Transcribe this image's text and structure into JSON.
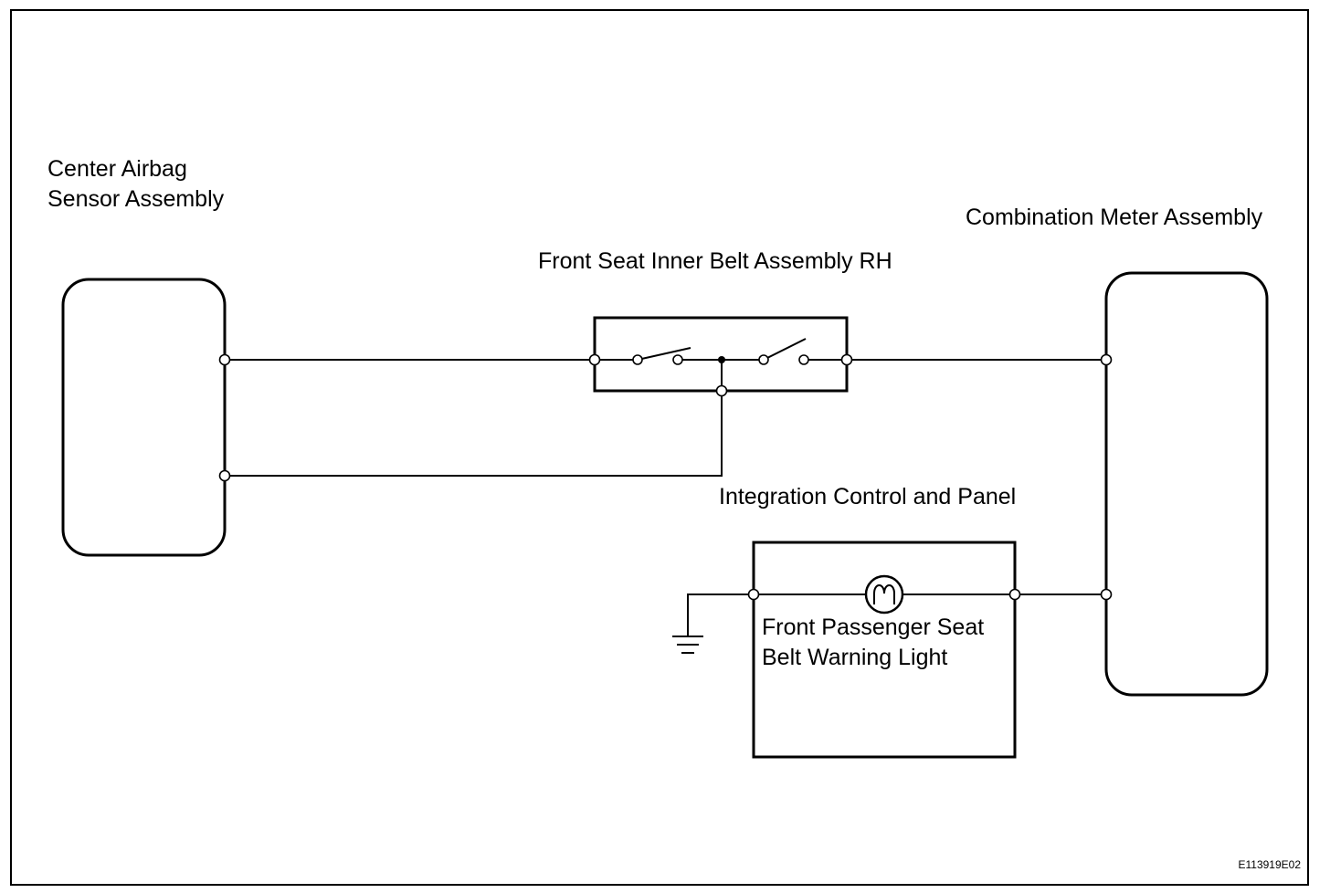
{
  "components": {
    "airbag_sensor": {
      "line1": "Center Airbag",
      "line2": "Sensor Assembly"
    },
    "combination_meter": {
      "label": "Combination Meter Assembly"
    },
    "inner_belt": {
      "label": "Front Seat Inner Belt Assembly RH"
    },
    "integration_panel": {
      "label": "Integration Control and Panel"
    },
    "warning_light": {
      "line1": "Front Passenger Seat",
      "line2": "Belt Warning Light"
    }
  },
  "figure_code": "E113919E02",
  "colors": {
    "line": "#000000",
    "background": "#ffffff"
  }
}
